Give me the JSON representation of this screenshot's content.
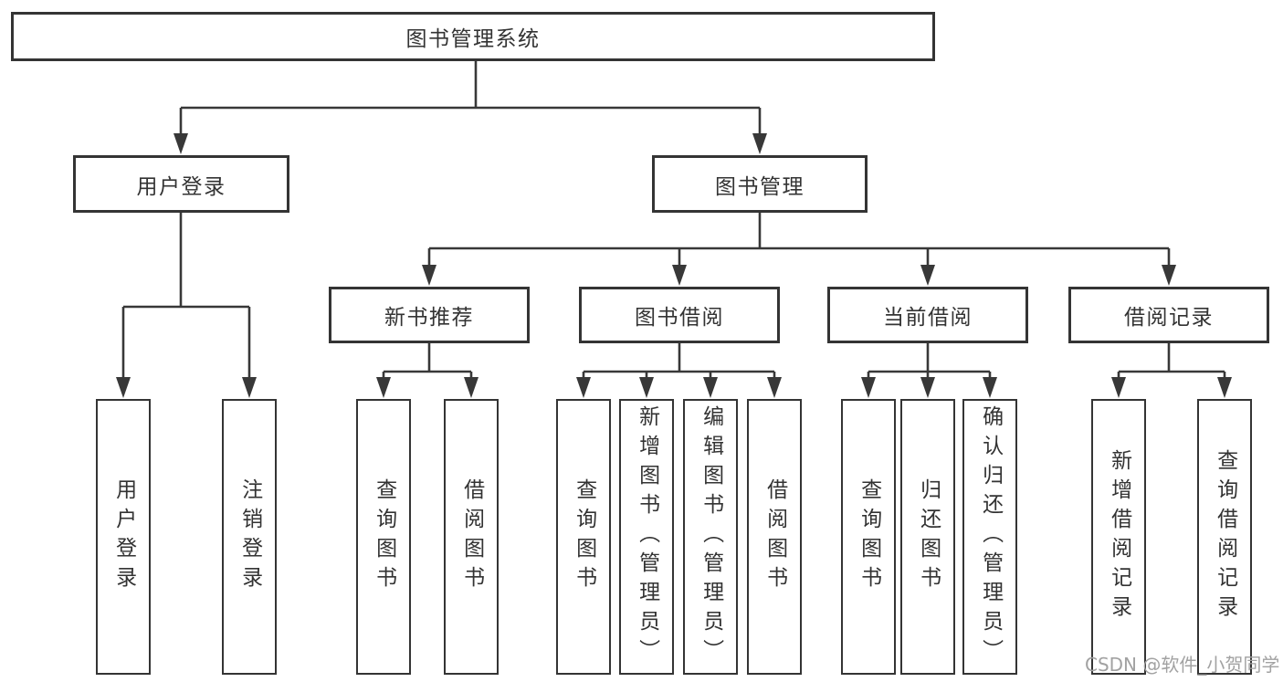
{
  "diagram": {
    "root": {
      "label": "图书管理系统"
    },
    "branches": [
      {
        "label": "用户登录",
        "children": [
          {
            "label": "用户登录"
          },
          {
            "label": "注销登录"
          }
        ]
      },
      {
        "label": "图书管理",
        "children": [
          {
            "label": "新书推荐",
            "children": [
              {
                "label": "查询图书"
              },
              {
                "label": "借阅图书"
              }
            ]
          },
          {
            "label": "图书借阅",
            "children": [
              {
                "label": "查询图书"
              },
              {
                "label": "新增图书（管理员）"
              },
              {
                "label": "编辑图书（管理员）"
              },
              {
                "label": "借阅图书"
              }
            ]
          },
          {
            "label": "当前借阅",
            "children": [
              {
                "label": "查询图书"
              },
              {
                "label": "归还图书"
              },
              {
                "label": "确认归还（管理员）"
              }
            ]
          },
          {
            "label": "借阅记录",
            "children": [
              {
                "label": "新增借阅记录"
              },
              {
                "label": "查询借阅记录"
              }
            ]
          }
        ]
      }
    ]
  },
  "watermark": {
    "text": "CSDN @软件_小贺同学"
  },
  "colors": {
    "line": "#383838",
    "box_border": "#343434",
    "text": "#333333",
    "watermark": "#a2a2a2",
    "background": "#ffffff"
  }
}
